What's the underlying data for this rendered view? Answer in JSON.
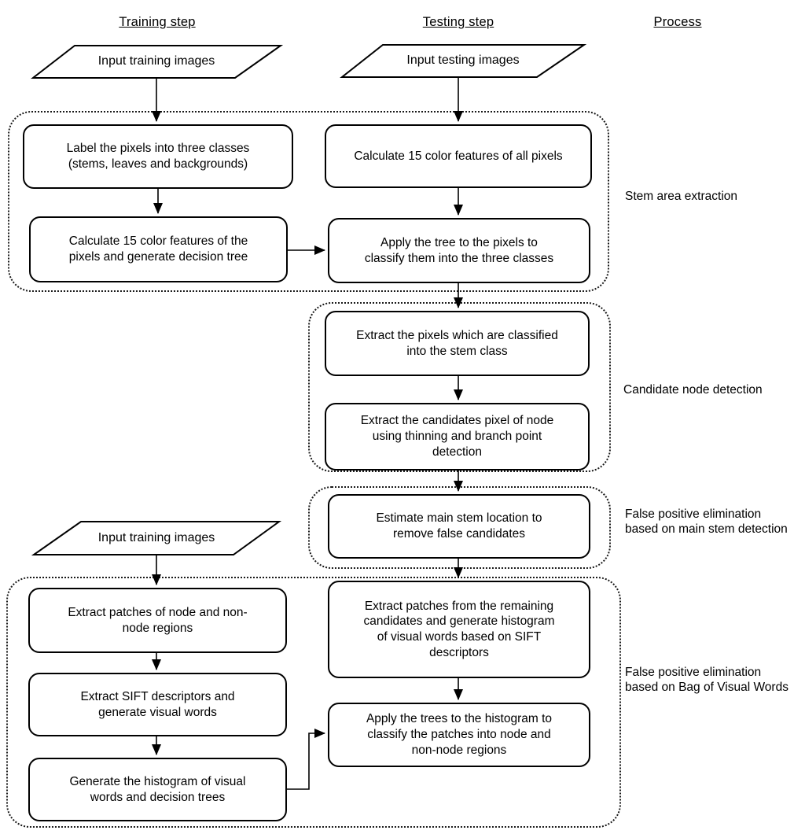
{
  "columns": {
    "training": "Training step",
    "testing": "Testing step",
    "process": "Process"
  },
  "inputs": {
    "training_top": "Input training images",
    "testing_top": "Input testing images",
    "training_bottom": "Input training images"
  },
  "nodes": {
    "label_pixels": "Label the pixels into three classes\n(stems, leaves and backgrounds)",
    "calc_features_all": "Calculate 15 color features of all pixels",
    "calc_features_tree": "Calculate 15 color features of the\npixels and generate decision tree",
    "apply_tree_pixels": "Apply the tree to the pixels to\nclassify them into the three classes",
    "extract_stem_pixels": "Extract the pixels which are classified\ninto the stem class",
    "extract_candidates": "Extract the candidates pixel of node\nusing thinning and branch point\ndetection",
    "estimate_main_stem": "Estimate main stem location to\nremove false candidates",
    "extract_patches_nodes": "Extract patches of node and non-\nnode regions",
    "extract_sift": "Extract SIFT descriptors and\ngenerate visual words",
    "generate_histogram": "Generate the histogram of visual\nwords and decision trees",
    "extract_patches_remaining": "Extract patches from the remaining\ncandidates and generate histogram\nof visual words based on SIFT\ndescriptors",
    "apply_trees_histogram": "Apply the trees to the histogram to\nclassify the patches into node and\nnon-node regions"
  },
  "process_labels": {
    "stem_area": "Stem area extraction",
    "candidate_node": "Candidate node detection",
    "fp_main_stem": "False positive elimination\nbased on main stem detection",
    "fp_bovw": "False positive elimination\nbased on Bag of Visual Words"
  },
  "colors": {
    "line": "#000000",
    "background": "#ffffff"
  }
}
